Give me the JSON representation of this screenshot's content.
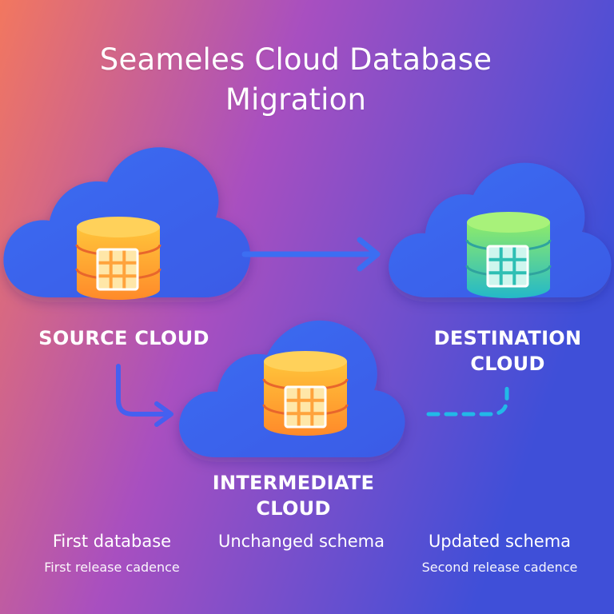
{
  "title": {
    "line1": "Seameles Cloud Database",
    "line2": "Migration"
  },
  "clouds": {
    "source": {
      "label": "SOURCE CLOUD"
    },
    "destination": {
      "label_line1": "DESTINATION",
      "label_line2": "CLOUD"
    },
    "intermediate": {
      "label_line1": "INTERMEDIATE",
      "label_line2": "CLOUD"
    }
  },
  "captions": [
    {
      "main": "First database",
      "sub": "First release cadence"
    },
    {
      "main": "Unchanged schema",
      "sub": ""
    },
    {
      "main": "Updated schema",
      "sub": "Second release cadence"
    }
  ],
  "colors": {
    "bg_left": "#F2775F",
    "bg_mid": "#A84FC0",
    "bg_right": "#3F4FD8",
    "cloud": "#3A66F0",
    "db_orange_top": "#FFC43A",
    "db_orange_bottom": "#FF8A2A",
    "db_green_top": "#8EEB6A",
    "db_green_bottom": "#24B8C8",
    "arrow_solid": "#3C6EF2",
    "arrow_dashed": "#22B8E8"
  },
  "icons": [
    "cloud-icon",
    "database-icon",
    "grid-icon",
    "arrow-right-icon",
    "elbow-arrow-icon",
    "dashed-connector-icon"
  ]
}
